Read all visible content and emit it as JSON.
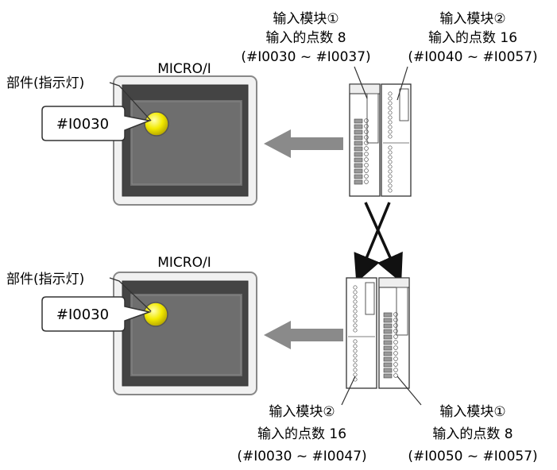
{
  "top": {
    "device_label": "MICRO/I",
    "part_label": "部件(指示灯)",
    "address": "#I0030",
    "module_a": {
      "name": "输入模块①",
      "points": "输入的点数 8",
      "range": "(#I0030 ~ #I0037)"
    },
    "module_b": {
      "name": "输入模块②",
      "points": "输入的点数 16",
      "range": "(#I0040 ~ #I0057)"
    }
  },
  "bottom": {
    "device_label": "MICRO/I",
    "part_label": "部件(指示灯)",
    "address": "#I0030",
    "module_a": {
      "name": "输入模块②",
      "points": "输入的点数 16",
      "range": "(#I0030 ~ #I0047)"
    },
    "module_b": {
      "name": "输入模块①",
      "points": "输入的点数 8",
      "range": "(#I0050 ~ #I0057)"
    }
  },
  "colors": {
    "lamp": "#f0e800",
    "arrow": "#8a8a8a",
    "screen": "#6e6e6e",
    "bezel_outer": "#f1f1f1",
    "bezel_inner": "#444444"
  }
}
